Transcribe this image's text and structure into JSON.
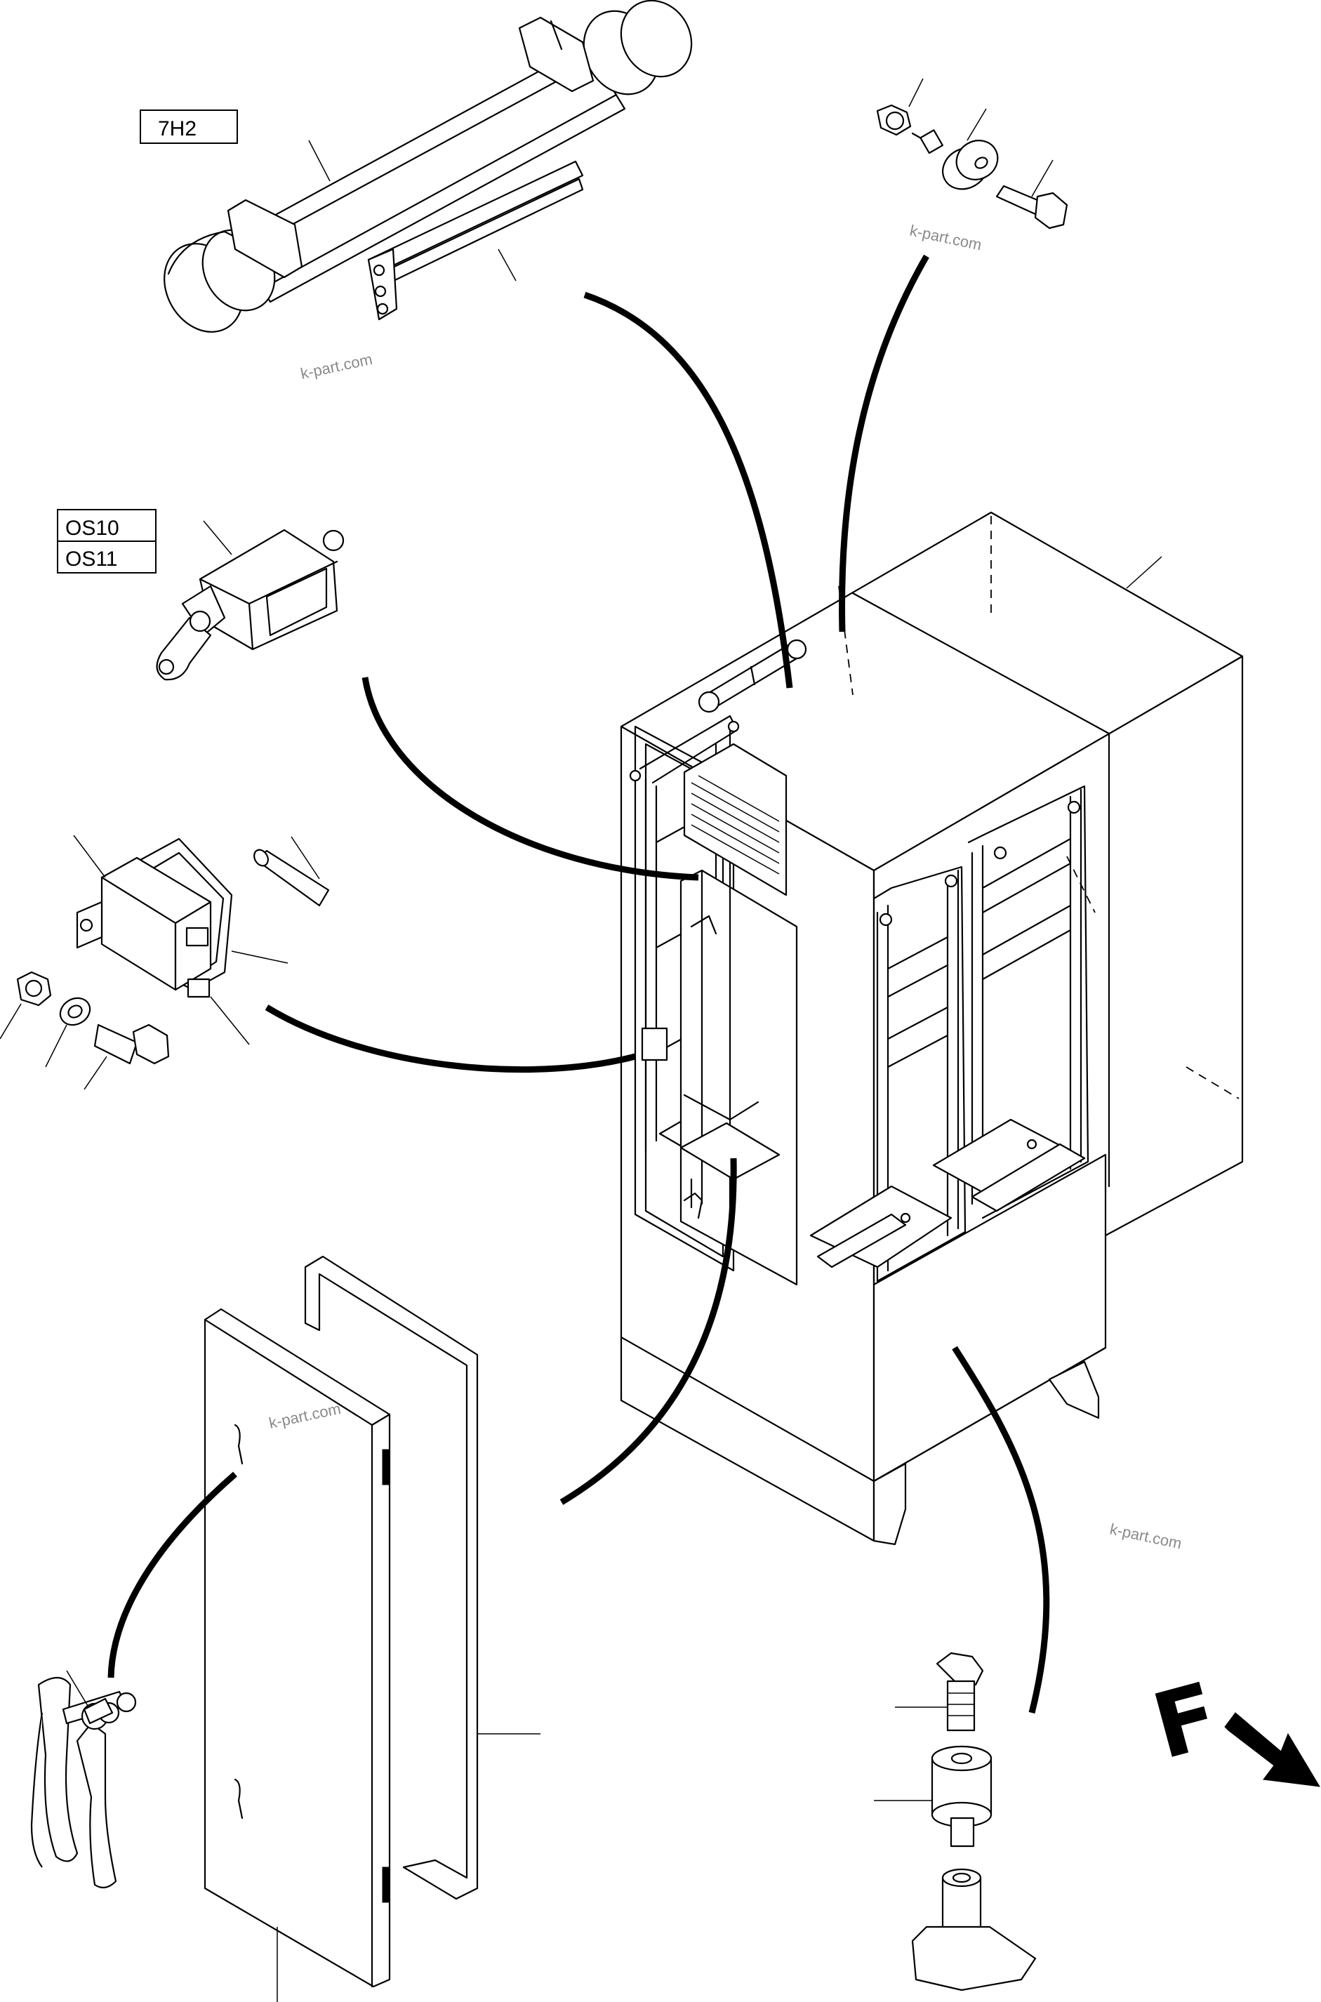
{
  "labels": {
    "tube_lamp": "7H2",
    "switch_a": "OS10",
    "switch_b": "OS11"
  },
  "watermark": "k-part.com",
  "direction_marker": "F",
  "icons": {
    "direction_arrow": "arrow-down-right-icon"
  },
  "colors": {
    "line": "#000000",
    "background": "#ffffff",
    "watermark": "#8a8a8a"
  }
}
